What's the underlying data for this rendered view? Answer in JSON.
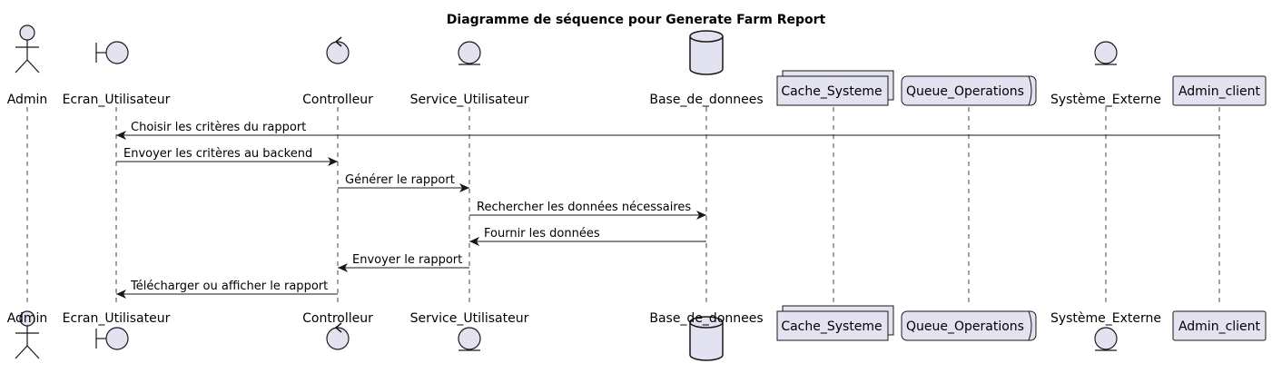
{
  "title": "Diagramme de séquence pour Generate Farm Report",
  "colors": {
    "participant_fill": "#e2e2f0",
    "stroke": "#181818",
    "lifeline": "#181818",
    "background": "#ffffff"
  },
  "participants": [
    {
      "name": "Admin",
      "kind": "actor"
    },
    {
      "name": "Ecran_Utilisateur",
      "kind": "boundary"
    },
    {
      "name": "Controlleur",
      "kind": "control"
    },
    {
      "name": "Service_Utilisateur",
      "kind": "entity"
    },
    {
      "name": "Base_de_donnees",
      "kind": "database"
    },
    {
      "name": "Cache_Systeme",
      "kind": "collections"
    },
    {
      "name": "Queue_Operations",
      "kind": "queue"
    },
    {
      "name": "Système_Externe",
      "kind": "entity"
    },
    {
      "name": "Admin_client",
      "kind": "participant"
    }
  ],
  "messages": [
    {
      "from": 8,
      "to": 1,
      "text": "Choisir les critères du rapport"
    },
    {
      "from": 1,
      "to": 2,
      "text": "Envoyer les critères au backend"
    },
    {
      "from": 2,
      "to": 3,
      "text": "Générer le rapport"
    },
    {
      "from": 3,
      "to": 4,
      "text": "Rechercher les données nécessaires"
    },
    {
      "from": 4,
      "to": 3,
      "text": "Fournir les données"
    },
    {
      "from": 3,
      "to": 2,
      "text": "Envoyer le rapport"
    },
    {
      "from": 2,
      "to": 1,
      "text": "Télécharger ou afficher le rapport"
    }
  ]
}
